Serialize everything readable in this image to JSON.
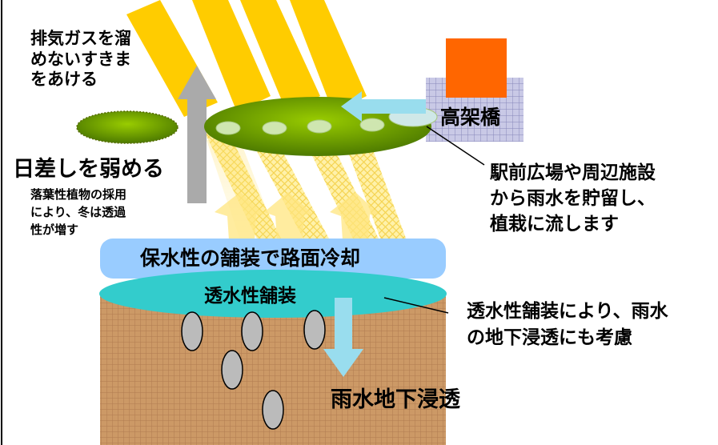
{
  "labels": {
    "exhaust_line1": "排気ガスを溜",
    "exhaust_line2": "めないすきま",
    "exhaust_line3": "をあける",
    "shade_title": "日差しを弱める",
    "deciduous_line1": "落葉性植物の採用",
    "deciduous_line2": "により、冬は透過",
    "deciduous_line3": "性が増す",
    "viaduct": "高架橋",
    "station_line1": "駅前広場や周辺施設",
    "station_line2": "から雨水を貯留し、",
    "station_line3": "植栽に流します",
    "water_retentive": "保水性の舗装で路面冷却",
    "permeable": "透水性舗装",
    "permeable_note_line1": "透水性舗装により、雨水",
    "permeable_note_line2": "の地下浸透にも考慮",
    "infiltration": "雨水地下浸透"
  },
  "colors": {
    "sun": "#ffcc00",
    "sun_light": "#ffe866",
    "canopy": "#669900",
    "soil": "#cc9966",
    "water_retentive": "#99ccff",
    "permeable": "#33cccc",
    "flow_arrow": "#99ddee",
    "up_arrow": "#aaaaaa",
    "building": "#ff6600",
    "viaduct_grid": "#9999cc"
  },
  "icons": {
    "up_arrow": "gray-up-arrow-icon",
    "flow_arrow": "blue-left-arrow-icon",
    "down_arrow": "blue-down-arrow-icon"
  }
}
